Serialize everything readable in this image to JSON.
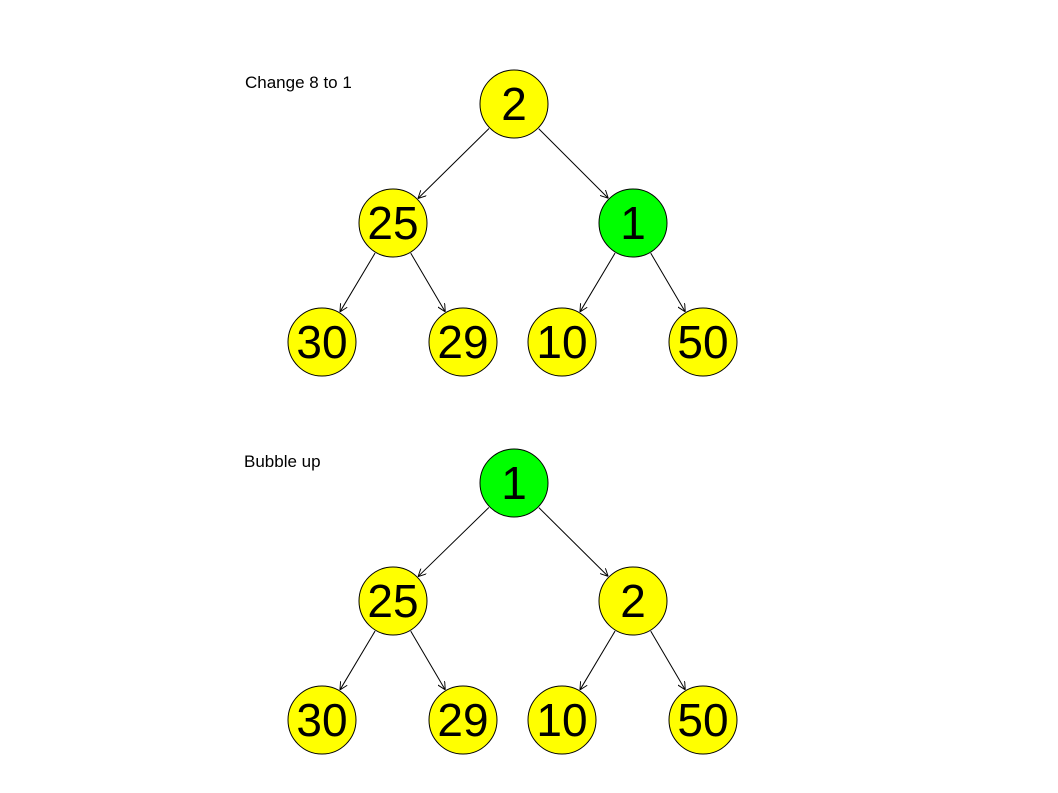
{
  "colors": {
    "node_default": "#ffff00",
    "node_highlight": "#00ff00",
    "stroke": "#000000"
  },
  "diagrams": [
    {
      "caption": "Change 8 to 1",
      "nodes": [
        {
          "id": "root",
          "label": "2",
          "highlight": false
        },
        {
          "id": "l",
          "label": "25",
          "highlight": false
        },
        {
          "id": "r",
          "label": "1",
          "highlight": true
        },
        {
          "id": "ll",
          "label": "30",
          "highlight": false
        },
        {
          "id": "lr",
          "label": "29",
          "highlight": false
        },
        {
          "id": "rl",
          "label": "10",
          "highlight": false
        },
        {
          "id": "rr",
          "label": "50",
          "highlight": false
        }
      ],
      "edges": [
        [
          "root",
          "l"
        ],
        [
          "root",
          "r"
        ],
        [
          "l",
          "ll"
        ],
        [
          "l",
          "lr"
        ],
        [
          "r",
          "rl"
        ],
        [
          "r",
          "rr"
        ]
      ]
    },
    {
      "caption": "Bubble up",
      "nodes": [
        {
          "id": "root",
          "label": "1",
          "highlight": true
        },
        {
          "id": "l",
          "label": "25",
          "highlight": false
        },
        {
          "id": "r",
          "label": "2",
          "highlight": false
        },
        {
          "id": "ll",
          "label": "30",
          "highlight": false
        },
        {
          "id": "lr",
          "label": "29",
          "highlight": false
        },
        {
          "id": "rl",
          "label": "10",
          "highlight": false
        },
        {
          "id": "rr",
          "label": "50",
          "highlight": false
        }
      ],
      "edges": [
        [
          "root",
          "l"
        ],
        [
          "root",
          "r"
        ],
        [
          "l",
          "ll"
        ],
        [
          "l",
          "lr"
        ],
        [
          "r",
          "rl"
        ],
        [
          "r",
          "rr"
        ]
      ]
    }
  ]
}
